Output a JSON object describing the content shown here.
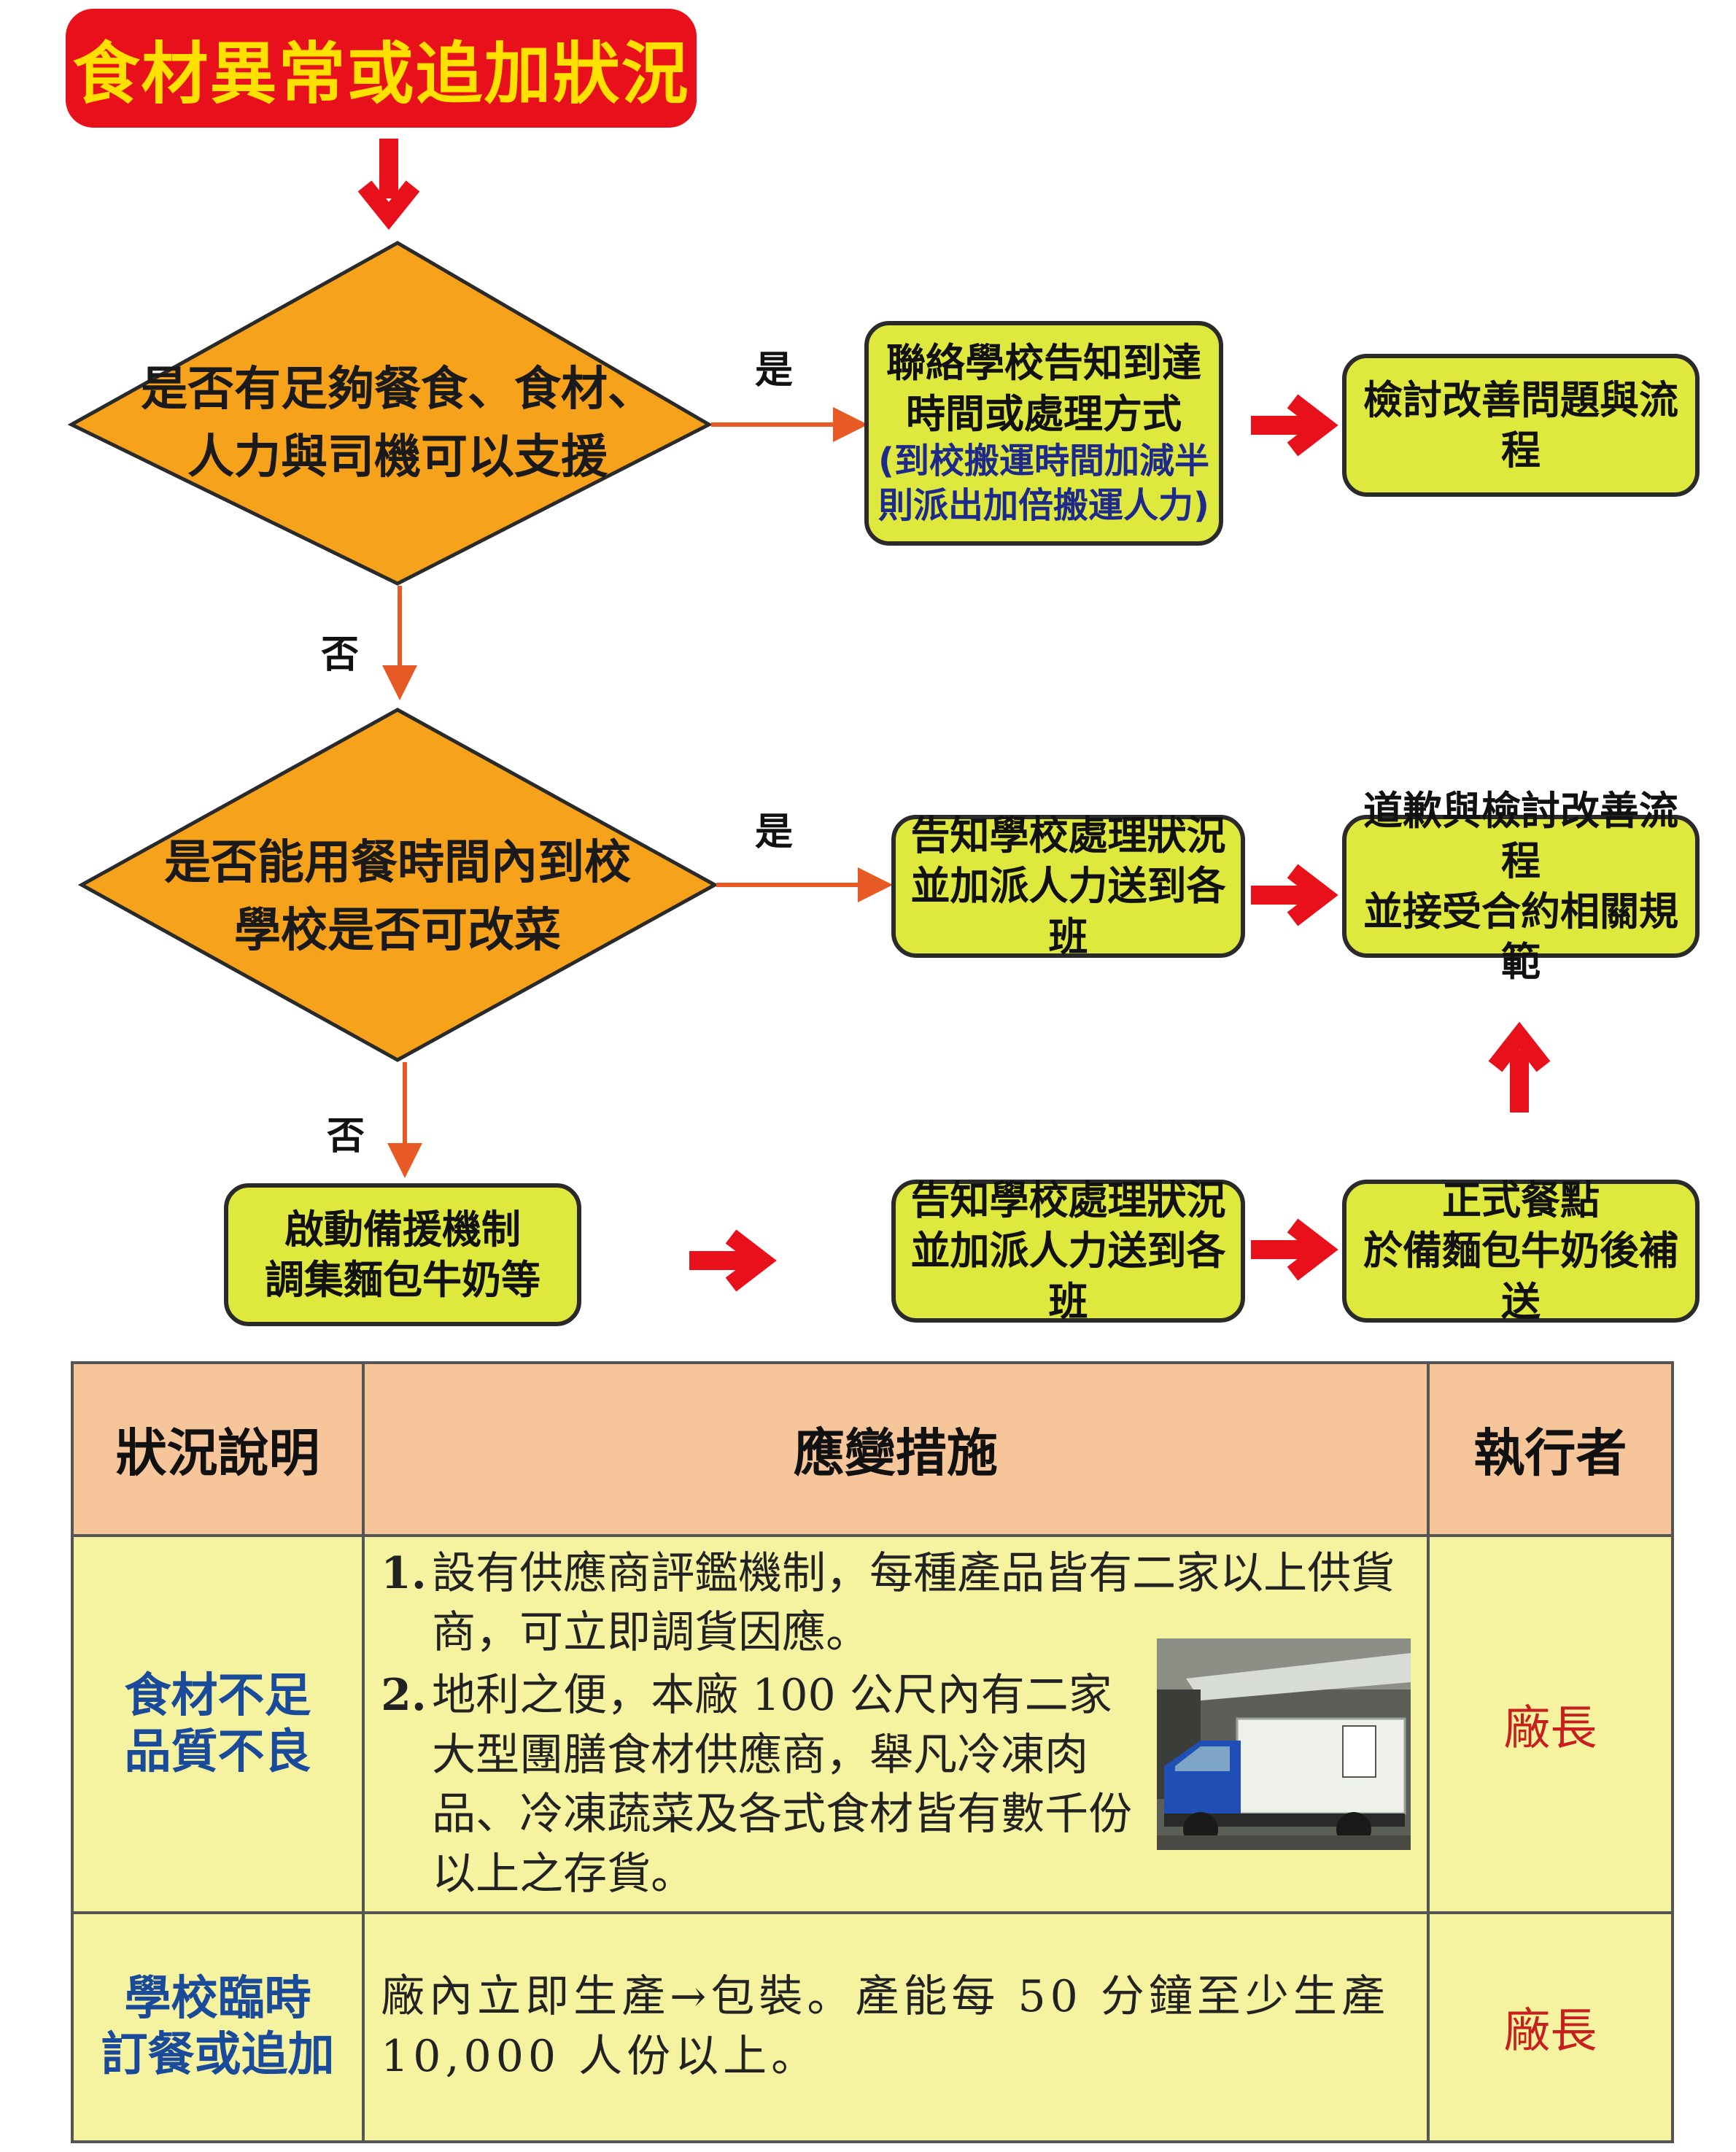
{
  "title": "食材異常或追加狀況",
  "decision1": {
    "line1": "是否有足夠餐食、食材、",
    "line2": "人力與司機可以支援"
  },
  "decision2": {
    "line1": "是否能用餐時間內到校",
    "line2": "學校是否可改菜"
  },
  "yes_label": "是",
  "no_label": "否",
  "box_contact": {
    "line1": "聯絡學校告知到達",
    "line2": "時間或處理方式",
    "sub1": "(到校搬運時間加減半",
    "sub2": "則派出加倍搬運人力)"
  },
  "box_review": {
    "line1": "檢討改善問題與流程"
  },
  "box_notify1": {
    "line1": "告知學校處理狀況",
    "line2": "並加派人力送到各班"
  },
  "box_apology": {
    "line1": "道歉與檢討改善流程",
    "line2": "並接受合約相關規範"
  },
  "box_backup": {
    "line1": "啟動備援機制",
    "line2": "調集麵包牛奶等"
  },
  "box_notify2": {
    "line1": "告知學校處理狀況",
    "line2": "並加派人力送到各班"
  },
  "box_formal": {
    "line1": "正式餐點",
    "line2": "於備麵包牛奶後補送"
  },
  "table": {
    "headers": [
      "狀況說明",
      "應變措施",
      "執行者"
    ],
    "rows": [
      {
        "situation_line1": "食材不足",
        "situation_line2": "品質不良",
        "measure1_num": "1.",
        "measure1_text": "設有供應商評鑑機制，每種產品皆有二家以上供貨商，可立即調貨因應。",
        "measure2_num": "2.",
        "measure2_text": "地利之便，本廠 100 公尺內有二家大型團膳食材供應商，舉凡冷凍肉品、冷凍蔬菜及各式食材皆有數千份以上之存貨。",
        "executor": "廠長"
      },
      {
        "situation_line1": "學校臨時",
        "situation_line2": "訂餐或追加",
        "measure_text": "廠內立即生產→包裝。產能每 50 分鐘至少生產 10,000 人份以上。",
        "executor": "廠長"
      }
    ]
  },
  "colors": {
    "title_bg": "#e8101a",
    "title_text": "#ffe100",
    "diamond": "#f7a21b",
    "box": "#dfe93d",
    "arrow_red": "#e8101a",
    "connector": "#e85a25"
  }
}
